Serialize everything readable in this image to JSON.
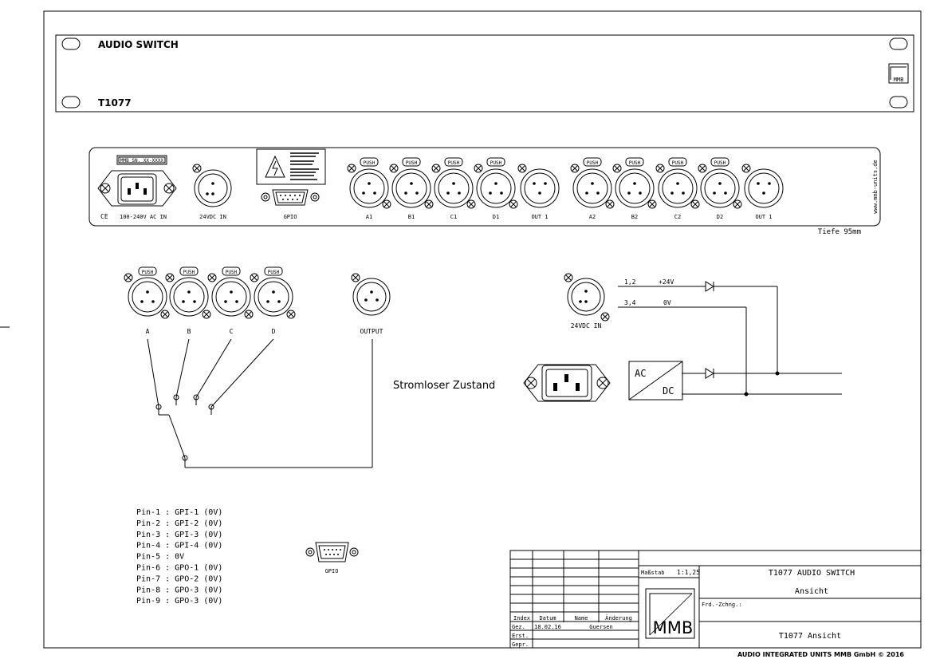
{
  "front_panel": {
    "title": "AUDIO SWITCH",
    "model": "T1077",
    "logo": "MMB"
  },
  "rear_panel": {
    "serial_label": "MMB SN. XX-XXXX",
    "ac_label": "100-240V AC IN",
    "dc_label": "24VDC IN",
    "gpio_label": "GPIO",
    "website": "www.mmb-units.de",
    "ce_mark": "CE",
    "push_label": "PUSH",
    "connector_labels": [
      "A1",
      "B1",
      "C1",
      "D1",
      "OUT 1",
      "A2",
      "B2",
      "C2",
      "D2",
      "OUT 1"
    ],
    "depth_note": "Tiefe 95mm"
  },
  "schematic": {
    "push_label": "PUSH",
    "input_labels": [
      "A",
      "B",
      "C",
      "D"
    ],
    "output_label": "OUTPUT",
    "dc_in_label": "24VDC IN",
    "pin_12": "1,2",
    "voltage_24": "+24V",
    "pin_34": "3,4",
    "voltage_0": "0V",
    "ac_label": "AC",
    "dc_label": "DC",
    "state_label": "Stromloser Zustand"
  },
  "pinout": {
    "lines": [
      "Pin-1 : GPI-1 (0V)",
      "Pin-2 : GPI-2 (0V)",
      "Pin-3 : GPI-3 (0V)",
      "Pin-4 : GPI-4 (0V)",
      "Pin-5 : 0V",
      "Pin-6 : GPO-1 (0V)",
      "Pin-7 : GPO-2 (0V)",
      "Pin-8 : GPO-3 (0V)",
      "Pin-9 : GPO-3 (0V)"
    ],
    "connector_label": "GPIO"
  },
  "title_block": {
    "headers": [
      "Index",
      "Datum",
      "Name",
      "Änderung"
    ],
    "gez_label": "Gez.",
    "gez_date": "18.02.16",
    "gez_name": "Guersen",
    "erst_label": "Erst.",
    "gepr_label": "Gepr.",
    "scale_label": "Maßstab",
    "scale_value": "1:1,25",
    "title": "T1077 AUDIO SWITCH",
    "subtitle": "Ansicht",
    "drawing_no_label": "Frd.-Zchng.:",
    "drawing_name": "T1077 Ansicht",
    "logo": "MMB"
  },
  "footer": "AUDIO INTEGRATED UNITS MMB GmbH © 2016"
}
